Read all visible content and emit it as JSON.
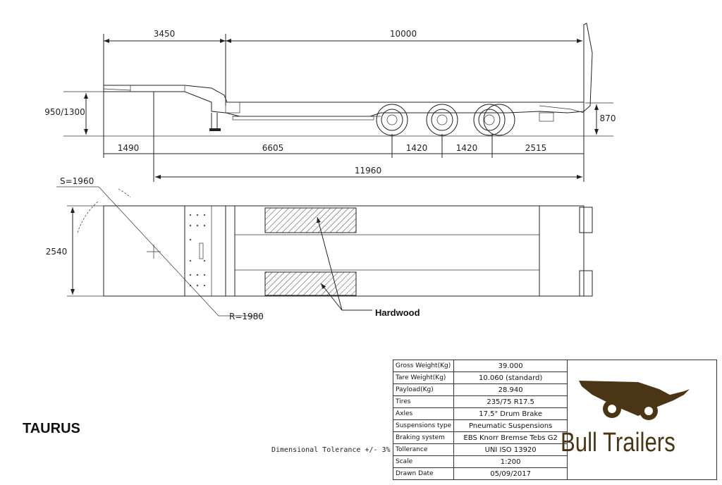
{
  "dimensions": {
    "front_overhang": "3450",
    "deck_length": "10000",
    "coupling_height": "950/1300",
    "rear_height": "870",
    "kingpin_to_leg": "1490",
    "leg_to_axle1": "6605",
    "axle_spacing_1": "1420",
    "axle_spacing_2": "1420",
    "rear_overhang": "2515",
    "total_length": "11960",
    "width": "2540",
    "swing_radius": "S=1960",
    "front_radius": "R=1980"
  },
  "labels": {
    "hardwood": "Hardwood",
    "model": "TAURUS",
    "tolerance": "Dimensional Tolerance +/- 3%"
  },
  "spec_table": [
    {
      "label": "Gross Weight(Kg)",
      "value": "39.000"
    },
    {
      "label": "Tare Weight(Kg)",
      "value": "10.060 (standard)"
    },
    {
      "label": "Payload(Kg)",
      "value": "28.940"
    },
    {
      "label": "Tires",
      "value": "235/75 R17.5"
    },
    {
      "label": "Axles",
      "value": "17.5\" Drum Brake"
    },
    {
      "label": "Suspensions type",
      "value": "Pneumatic Suspensions"
    },
    {
      "label": "Braking system",
      "value": "EBS Knorr Bremse  Tebs G2"
    },
    {
      "label": "Tollerance",
      "value": "UNI ISO 13920"
    },
    {
      "label": "Scale",
      "value": "1:200"
    },
    {
      "label": "Drawn Date",
      "value": "05/09/2017"
    }
  ],
  "logo": {
    "text": "Bull Trailers",
    "color": "#4a3614"
  }
}
